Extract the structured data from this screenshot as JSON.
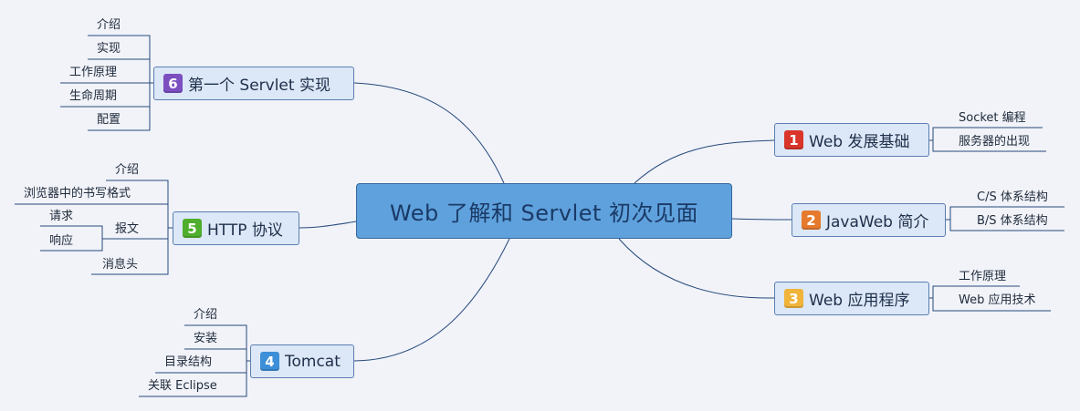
{
  "central": {
    "label": "Web 了解和 Servlet 初次见面"
  },
  "colors": {
    "red": "#d9352a",
    "orange": "#e57a2e",
    "yellow": "#f0b43a",
    "blue": "#3d8fd8",
    "green": "#4fae2d",
    "purple": "#7c4fc1"
  },
  "topics": {
    "t1": {
      "num": "1",
      "label": "Web 发展基础",
      "color": "red",
      "children": {
        "a": "Socket 编程",
        "b": "服务器的出现"
      }
    },
    "t2": {
      "num": "2",
      "label": "JavaWeb 简介",
      "color": "orange",
      "children": {
        "a": "C/S 体系结构",
        "b": "B/S 体系结构"
      }
    },
    "t3": {
      "num": "3",
      "label": "Web 应用程序",
      "color": "yellow",
      "children": {
        "a": "工作原理",
        "b": "Web 应用技术"
      }
    },
    "t4": {
      "num": "4",
      "label": "Tomcat",
      "color": "blue",
      "children": {
        "a": "介绍",
        "b": "安装",
        "c": "目录结构",
        "d": "关联 Eclipse"
      }
    },
    "t5": {
      "num": "5",
      "label": "HTTP 协议",
      "color": "green",
      "children": {
        "a": "介绍",
        "b": "浏览器中的书写格式",
        "c": "报文",
        "c1": "请求",
        "c2": "响应",
        "d": "消息头"
      }
    },
    "t6": {
      "num": "6",
      "label": "第一个 Servlet 实现",
      "color": "purple",
      "children": {
        "a": "介绍",
        "b": "实现",
        "c": "工作原理",
        "d": "生命周期",
        "e": "配置"
      }
    }
  }
}
